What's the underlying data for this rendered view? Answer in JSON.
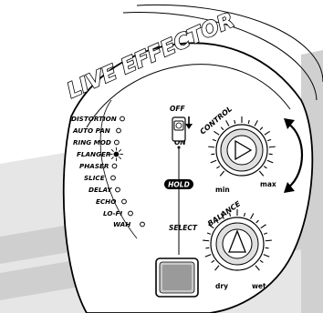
{
  "panel": {
    "title": "LIVE EFFECTOR"
  },
  "effects": [
    {
      "label": "DISTORTION",
      "active": false
    },
    {
      "label": "AUTO PAN",
      "active": false
    },
    {
      "label": "RING MOD",
      "active": false
    },
    {
      "label": "FLANGER",
      "active": true
    },
    {
      "label": "PHASER",
      "active": false
    },
    {
      "label": "SLICE",
      "active": false
    },
    {
      "label": "DELAY",
      "active": false
    },
    {
      "label": "ECHO",
      "active": false
    },
    {
      "label": "LO-FI",
      "active": false
    },
    {
      "label": "WAH",
      "active": false
    }
  ],
  "switch": {
    "off_label": "OFF",
    "on_label": "ON"
  },
  "hold": {
    "label": "HOLD"
  },
  "select": {
    "label": "SELECT"
  },
  "control_knob": {
    "label": "CONTROL",
    "min_label": "min",
    "max_label": "max"
  },
  "balance_knob": {
    "label": "BALANCE",
    "dry_label": "dry",
    "wet_label": "wet"
  },
  "colors": {
    "stroke": "#000000",
    "led_active": "#000000",
    "bg_gray": "#d9d9d9"
  }
}
